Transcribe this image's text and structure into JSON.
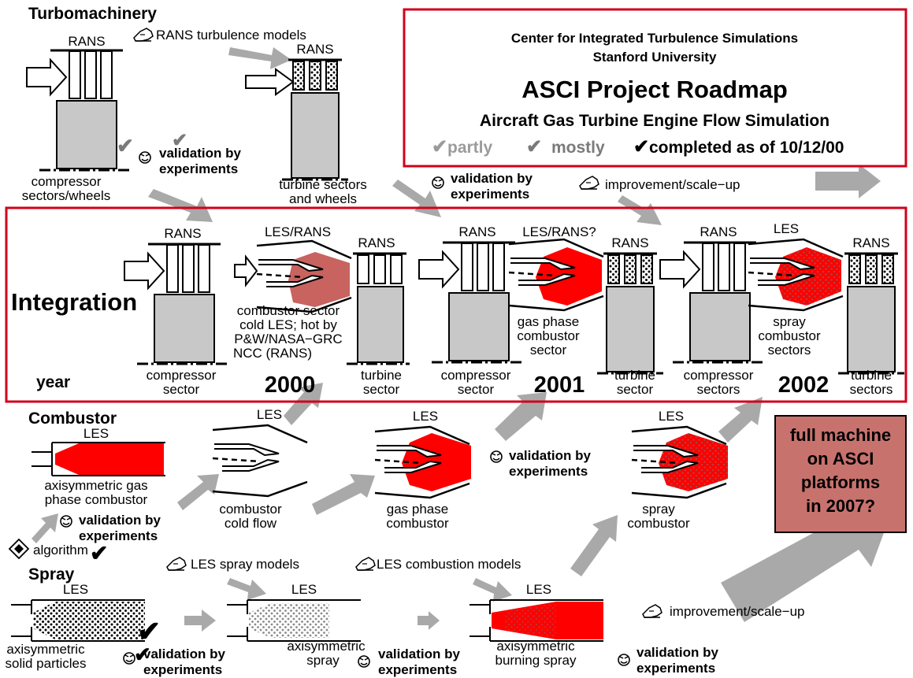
{
  "colors": {
    "frame_red": "#d0021b",
    "flame_red": "#ff0000",
    "flame_muted": "#c8635f",
    "metal_gray": "#c8c8c8",
    "arrow_gray": "#a9a9a9",
    "check_light": "#9b9b9b",
    "check_mid": "#7a7a7a",
    "full_machine_fill": "#c8726e"
  },
  "title_box": {
    "line1": "Center for Integrated Turbulence Simulations",
    "line2": "Stanford University",
    "title": "ASCI Project Roadmap",
    "subtitle": "Aircraft Gas Turbine Engine Flow Simulation",
    "legend_partly": "partly",
    "legend_mostly": "mostly",
    "legend_completed": "completed as of 10/12/00"
  },
  "sections": {
    "turbomachinery": "Turbomachinery",
    "integration": "Integration",
    "year": "year",
    "combustor": "Combustor",
    "spray": "Spray"
  },
  "turbo": {
    "rans_left": "RANS",
    "rans_models": "RANS turbulence models",
    "rans_right": "RANS",
    "compressor_label_1": "compressor",
    "compressor_label_2": "sectors/wheels",
    "validation_1": "validation by",
    "validation_2": "experiments",
    "turbine_label_1": "turbine sectors",
    "turbine_label_2": "and wheels",
    "validation_mid_1": "validation by",
    "validation_mid_2": "experiments",
    "improvement": "improvement/scale−up"
  },
  "integration": {
    "y2000": {
      "rans_comp": "RANS",
      "les_rans": "LES/RANS",
      "rans_turb": "RANS",
      "note_1": "combustor sector",
      "note_2": "cold LES; hot  by",
      "note_3": "P&W/NASA−GRC",
      "note_4": "NCC (RANS)",
      "comp_1": "compressor",
      "comp_2": "sector",
      "turb_1": "turbine",
      "turb_2": "sector",
      "year": "2000"
    },
    "y2001": {
      "rans_comp": "RANS",
      "les_rans": "LES/RANS?",
      "rans_turb": "RANS",
      "note_1": "gas phase",
      "note_2": "combustor",
      "note_3": "sector",
      "comp_1": "compressor",
      "comp_2": "sector",
      "turb_1": "turbine",
      "turb_2": "sector",
      "year": "2001"
    },
    "y2002": {
      "rans_comp": "RANS",
      "les": "LES",
      "rans_turb": "RANS",
      "note_1": "spray",
      "note_2": "combustor",
      "note_3": "sectors",
      "comp_1": "compressor",
      "comp_2": "sectors",
      "turb_1": "turbine",
      "turb_2": "sectors",
      "year": "2002"
    }
  },
  "combustor": {
    "les_axi": "LES",
    "axi_1": "axisymmetric gas",
    "axi_2": "phase combustor",
    "les_cold": "LES",
    "cold_1": "combustor",
    "cold_2": "cold flow",
    "les_gas": "LES",
    "gas_1": "gas phase",
    "gas_2": "combustor",
    "validation_1": "validation by",
    "validation_2": "experiments",
    "les_spray": "LES",
    "spray_1": "spray",
    "spray_2": "combustor",
    "val_left_1": "validation by",
    "val_left_2": "experiments",
    "algorithm": "algorithm",
    "full_machine_1": "full machine",
    "full_machine_2": "on ASCI",
    "full_machine_3": "platforms",
    "full_machine_4": "in 2007?"
  },
  "spray": {
    "les_solid": "LES",
    "solid_1": "axisymmetric",
    "solid_2": "solid particles",
    "les_spray_models": "LES spray models",
    "les_axi_spray": "LES",
    "axi_spray_1": "axisymmetric",
    "axi_spray_2": "spray",
    "les_combustion_models": "LES combustion models",
    "les_burning": "LES",
    "burn_1": "axisymmetric",
    "burn_2": "burning spray",
    "improvement": "improvement/scale−up",
    "val_a_1": "validation by",
    "val_a_2": "experiments",
    "val_b_1": "validation by",
    "val_b_2": "experiments",
    "val_c_1": "validation by",
    "val_c_2": "experiments"
  },
  "icons": {
    "check": "check-mark-icon",
    "hand": "writing-hand-icon",
    "face": "experiment-face-icon",
    "algorithm": "diamond-algorithm-icon"
  }
}
